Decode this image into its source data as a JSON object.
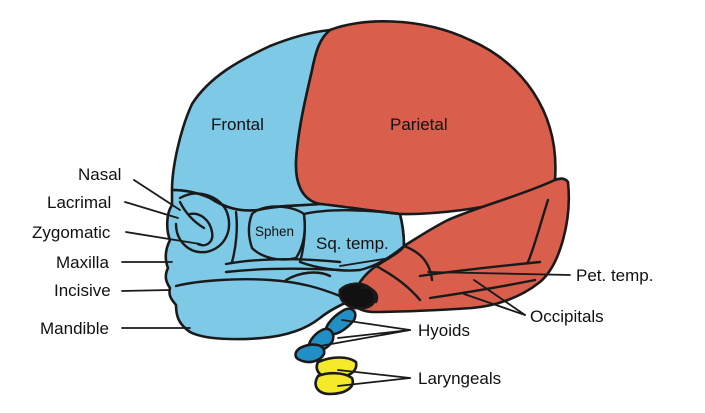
{
  "colors": {
    "frontal_group": "#7ec9e6",
    "parietal_group": "#d95f4c",
    "laryngeal": "#f5ea2a",
    "hyoid": "#1f8fc6",
    "ear_canal": "#111111",
    "outline": "#1a1a1a",
    "background": "#ffffff"
  },
  "labels": {
    "frontal": "Frontal",
    "parietal": "Parietal",
    "nasal": "Nasal",
    "lacrimal": "Lacrimal",
    "zygomatic": "Zygomatic",
    "maxilla": "Maxilla",
    "incisive": "Incisive",
    "mandible": "Mandible",
    "sphen": "Sphen",
    "sq_temp": "Sq. temp.",
    "pet_temp": "Pet. temp.",
    "occipitals": "Occipitals",
    "hyoids": "Hyoids",
    "laryngeals": "Laryngeals"
  }
}
